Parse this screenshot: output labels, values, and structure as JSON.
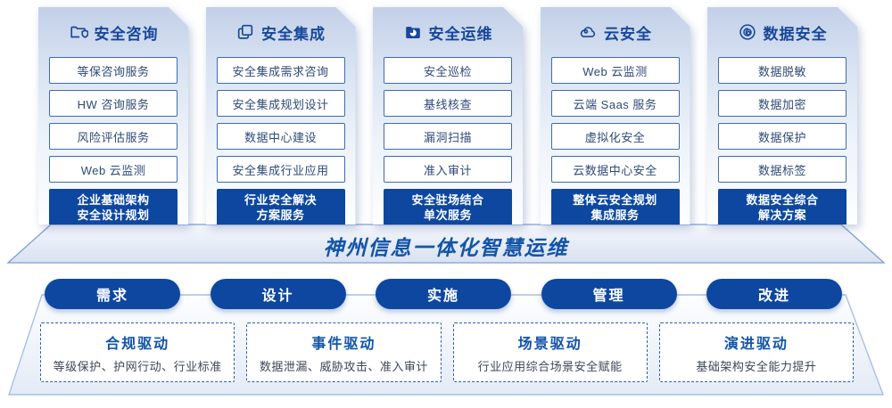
{
  "colors": {
    "primary_blue": "#0d47a0",
    "header_text": "#17479b",
    "box_border": "#3e6bb0",
    "item_text": "#2e4a78",
    "banner_text": "#1254a8",
    "driver_desc_text": "#3e4757"
  },
  "columns": [
    {
      "title": "安全咨询",
      "icon": "folder-shield-icon",
      "items": [
        "等保咨询服务",
        "HW 咨询服务",
        "风险评估服务",
        "Web 云监测"
      ],
      "footer": "企业基础架构\n安全设计规划"
    },
    {
      "title": "安全集成",
      "icon": "documents-copy-icon",
      "items": [
        "安全集成需求咨询",
        "安全集成规划设计",
        "数据中心建设",
        "安全集成行业应用"
      ],
      "footer": "行业安全解决\n方案服务"
    },
    {
      "title": "安全运维",
      "icon": "folder-pie-icon",
      "items": [
        "安全巡检",
        "基线核查",
        "漏洞扫描",
        "准入审计"
      ],
      "footer": "安全驻场结合\n单次服务"
    },
    {
      "title": "云安全",
      "icon": "cloud-icon",
      "items": [
        "Web 云监测",
        "云端 Saas 服务",
        "虚拟化安全",
        "云数据中心安全"
      ],
      "footer": "整体云安全规划\n集成服务"
    },
    {
      "title": "数据安全",
      "icon": "spiral-fingerprint-icon",
      "items": [
        "数据脱敏",
        "数据加密",
        "数据保护",
        "数据标签"
      ],
      "footer": "数据安全综合\n解决方案"
    }
  ],
  "platform": {
    "title": "神州信息一体化智慧运维"
  },
  "phases": [
    "需求",
    "设计",
    "实施",
    "管理",
    "改进"
  ],
  "drivers": [
    {
      "title": "合规驱动",
      "desc": "等级保护、护网行动、行业标准"
    },
    {
      "title": "事件驱动",
      "desc": "数据泄漏、威胁攻击、准入审计"
    },
    {
      "title": "场景驱动",
      "desc": "行业应用综合场景安全赋能"
    },
    {
      "title": "演进驱动",
      "desc": "基础架构安全能力提升"
    }
  ]
}
